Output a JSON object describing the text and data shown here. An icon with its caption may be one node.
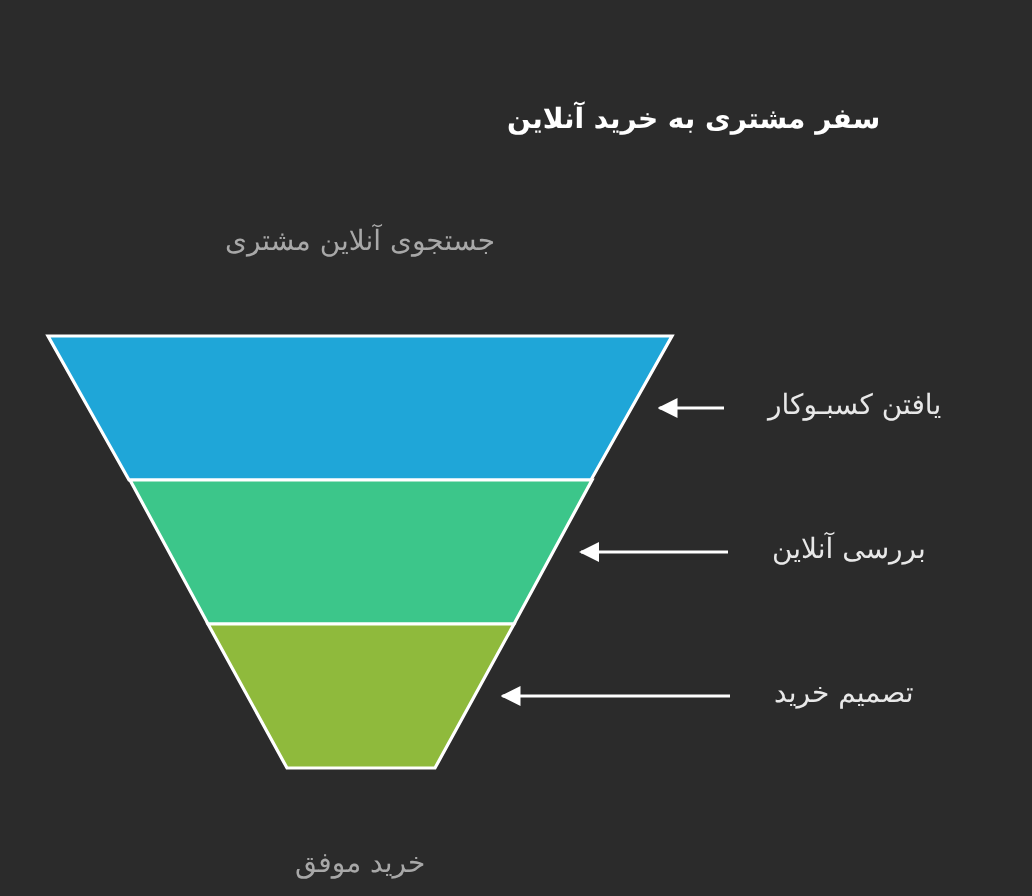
{
  "diagram": {
    "title": "سفر مشتری به خرید آنلاین",
    "nodes": [
      {
        "text": [],
        "shape": "trapezoid"
      },
      {
        "text": [],
        "shape": "trapezoid"
      },
      {
        "text": [],
        "shape": "trapezoid"
      },
      {
        "text": [
          "یافتن کسبـوکار"
        ]
      },
      {
        "text": [
          "بررسی آنلاین"
        ]
      },
      {
        "text": [
          "تصمیم خرید"
        ]
      }
    ],
    "edges": [
      {
        "from": 3,
        "to": 0,
        "arrow": "to"
      },
      {
        "from": 4,
        "to": 1,
        "arrow": "to"
      },
      {
        "from": 5,
        "to": 2,
        "arrow": "to"
      }
    ],
    "labels": [
      "جستجوی آنلاین مشتری",
      "خرید موفق"
    ]
  }
}
